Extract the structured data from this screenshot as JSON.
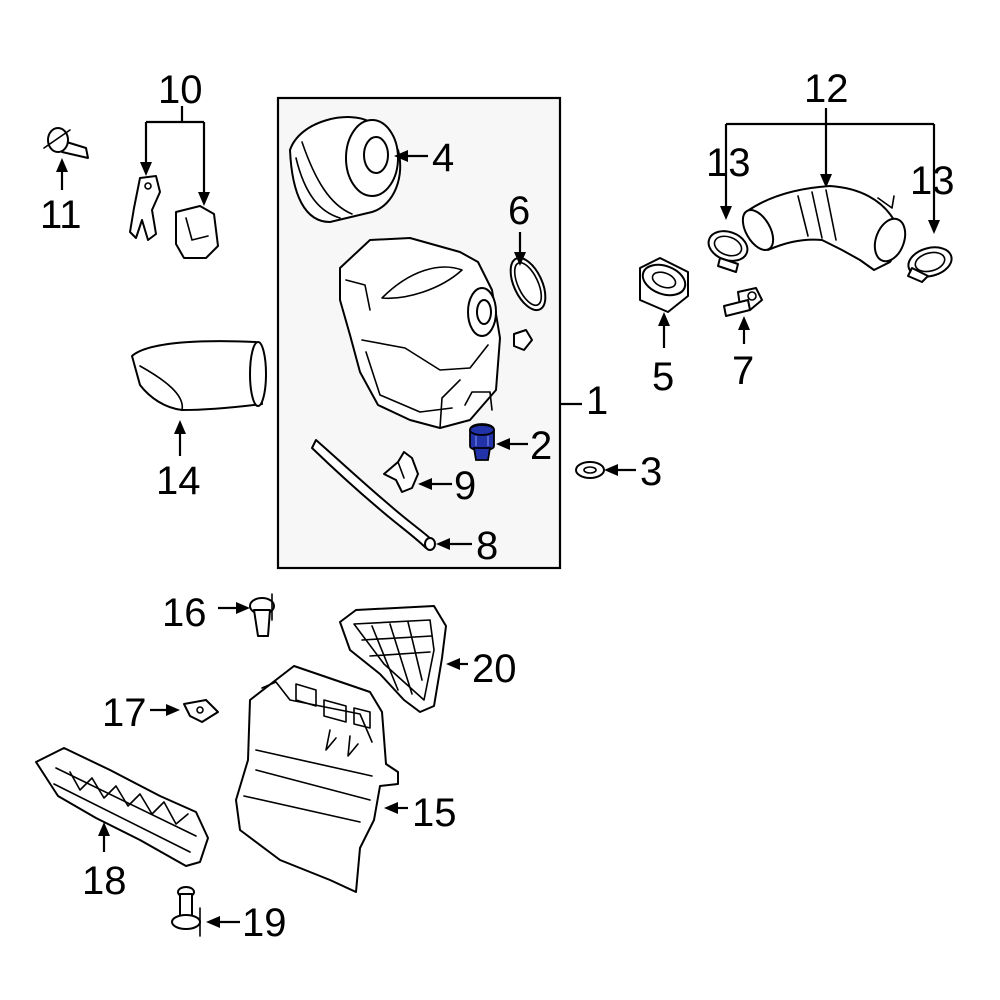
{
  "callouts": {
    "c1": "1",
    "c2": "2",
    "c3": "3",
    "c4": "4",
    "c5": "5",
    "c6": "6",
    "c7": "7",
    "c8": "8",
    "c9": "9",
    "c10": "10",
    "c11": "11",
    "c12": "12",
    "c13a": "13",
    "c13b": "13",
    "c14": "14",
    "c15": "15",
    "c16": "16",
    "c17": "17",
    "c18": "18",
    "c19": "19",
    "c20": "20"
  },
  "highlighted_part": "2",
  "colors": {
    "highlight": "#2233aa",
    "line": "#000000",
    "background": "#ffffff",
    "box": "#f7f7f7"
  }
}
